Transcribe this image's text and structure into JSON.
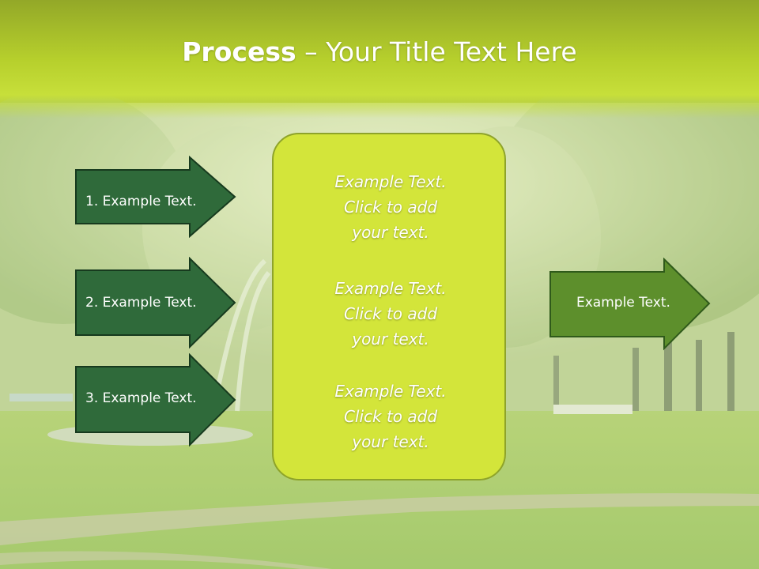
{
  "title": {
    "bold": "Process",
    "rest": " – Your Title Text Here"
  },
  "steps": [
    {
      "label": "1. Example Text."
    },
    {
      "label": "2. Example Text."
    },
    {
      "label": "3. Example Text."
    }
  ],
  "panel": {
    "blocks": [
      {
        "lines": [
          "Example Text.",
          "Click  to add",
          "your text."
        ]
      },
      {
        "lines": [
          "Example Text.",
          "Click  to add",
          "your text."
        ]
      },
      {
        "lines": [
          "Example Text.",
          "Click  to add",
          "your text."
        ]
      }
    ]
  },
  "result": {
    "label": "Example Text."
  },
  "colors": {
    "title_bar": "#b6cf2c",
    "step_arrow_fill": "#2f6a3a",
    "result_arrow_fill": "#5d8f2c",
    "panel_fill": "#d3e53a",
    "text": "#ffffff"
  }
}
